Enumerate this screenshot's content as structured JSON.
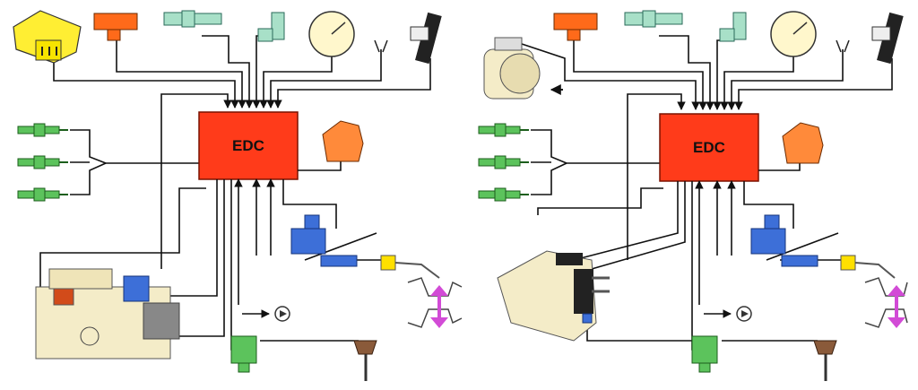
{
  "diagram": {
    "panels": [
      {
        "id": "left",
        "ecu_label": "EDC"
      },
      {
        "id": "right",
        "ecu_label": "EDC"
      }
    ],
    "colors": {
      "ecu": "#ff3b1a",
      "sensor_green": "#5cc35c",
      "sensor_light": "#a8e0c8",
      "sensor_orange": "#ff6a1a",
      "gauge": "#fff7cc",
      "relay": "#ff8a3a",
      "actuator_blue": "#3d6fd8",
      "connector_yellow": "#ffe000",
      "pump_body": "#f4ecc8",
      "valve_arrow": "#d24bd6",
      "egr_brown": "#8a5a3a",
      "map_sensor_yellow": "#ffee33"
    },
    "icons": [
      "map-sensor-icon",
      "temperature-sensor-icon",
      "lambda-sensor-icon",
      "speed-sensor-icon",
      "speedometer-icon",
      "switch-icon",
      "accelerator-pedal-icon",
      "glow-plug-icon",
      "relay-icon",
      "vacuum-modulator-icon",
      "injector-icon",
      "injection-pump-icon",
      "egr-valve-icon",
      "vacuum-pump-icon",
      "turbo-valve-icon",
      "air-mass-meter-icon"
    ]
  }
}
